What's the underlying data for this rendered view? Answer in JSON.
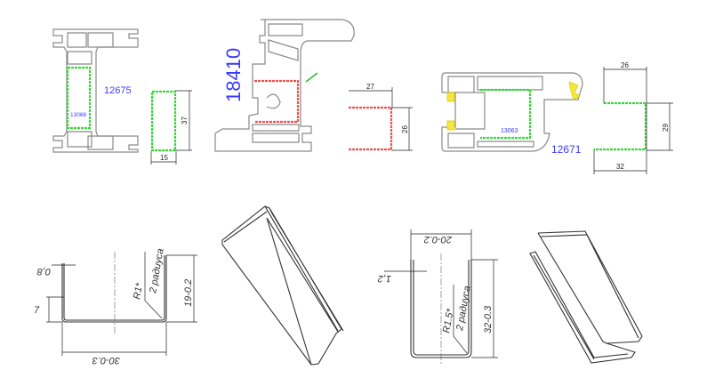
{
  "top_row": {
    "profile_12675": {
      "code": "12675",
      "insert_code": "13066"
    },
    "insert_13066": {
      "height": "37",
      "width": "15"
    },
    "profile_18410": {
      "code": "18410"
    },
    "insert_red": {
      "width": "27",
      "height": "26"
    },
    "profile_12671": {
      "code": "12671",
      "insert_code": "13063"
    },
    "insert_13063": {
      "top_width": "26",
      "height": "29",
      "bottom_width": "32"
    }
  },
  "bottom_row": {
    "channel_1": {
      "thickness": "0,8",
      "lip_height": "7",
      "radius": "R1*",
      "radius_note": "2 радиуса",
      "height": "19-0.2",
      "width": "30-0.3"
    },
    "channel_2": {
      "width": "20-0.2",
      "thickness": "1,2",
      "radius": "R1.5*",
      "radius_note": "2 радиуса",
      "height": "32-0.3"
    }
  },
  "colors": {
    "label_blue": "#3b3bff",
    "reinforcement_green": "#39d639",
    "reinforcement_red": "#f05050",
    "gasket_yellow": "#f5e640"
  }
}
